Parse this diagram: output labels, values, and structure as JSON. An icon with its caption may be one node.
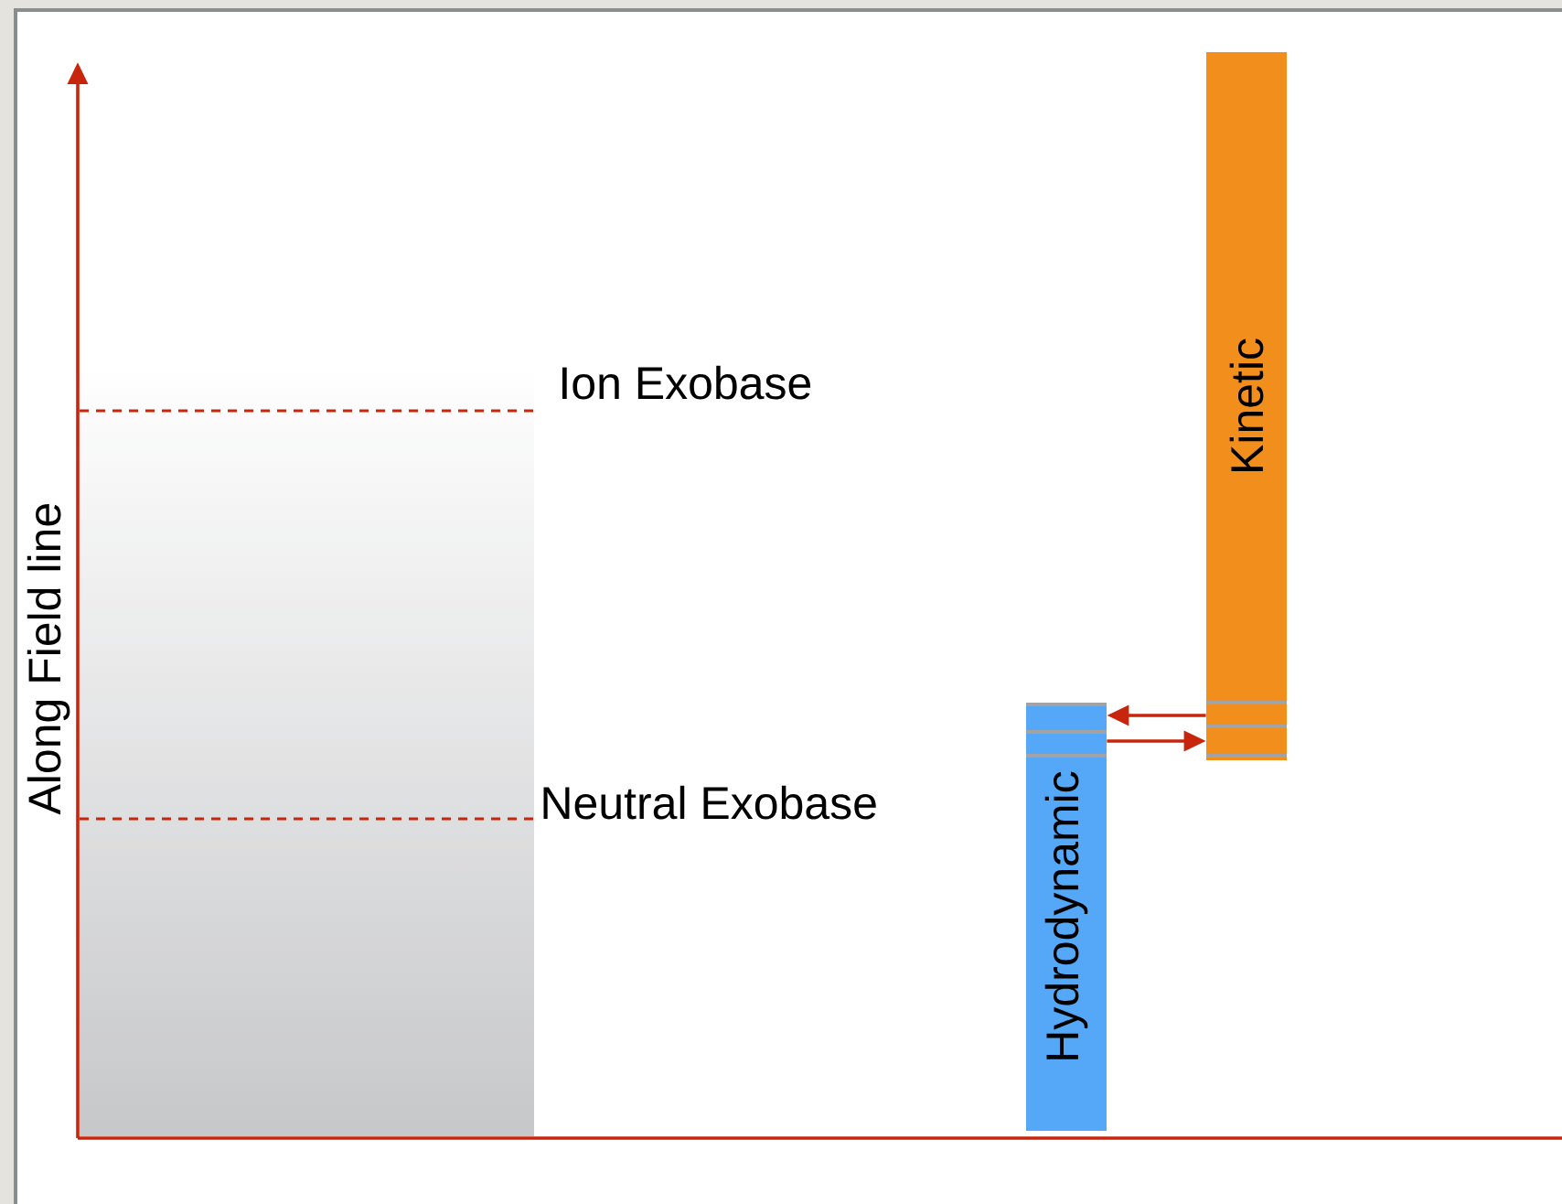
{
  "diagram": {
    "nodes": [
      {
        "text": [
          "Hydrodynamic"
        ]
      },
      {
        "text": [
          "Kinetic"
        ]
      }
    ],
    "edges": [
      {
        "from": 1,
        "to": 0,
        "arrow": "to"
      },
      {
        "from": 0,
        "to": 1,
        "arrow": "to"
      }
    ],
    "labels": [
      "Ion Exobase",
      "Neutral Exobase",
      "Along Field line"
    ]
  }
}
